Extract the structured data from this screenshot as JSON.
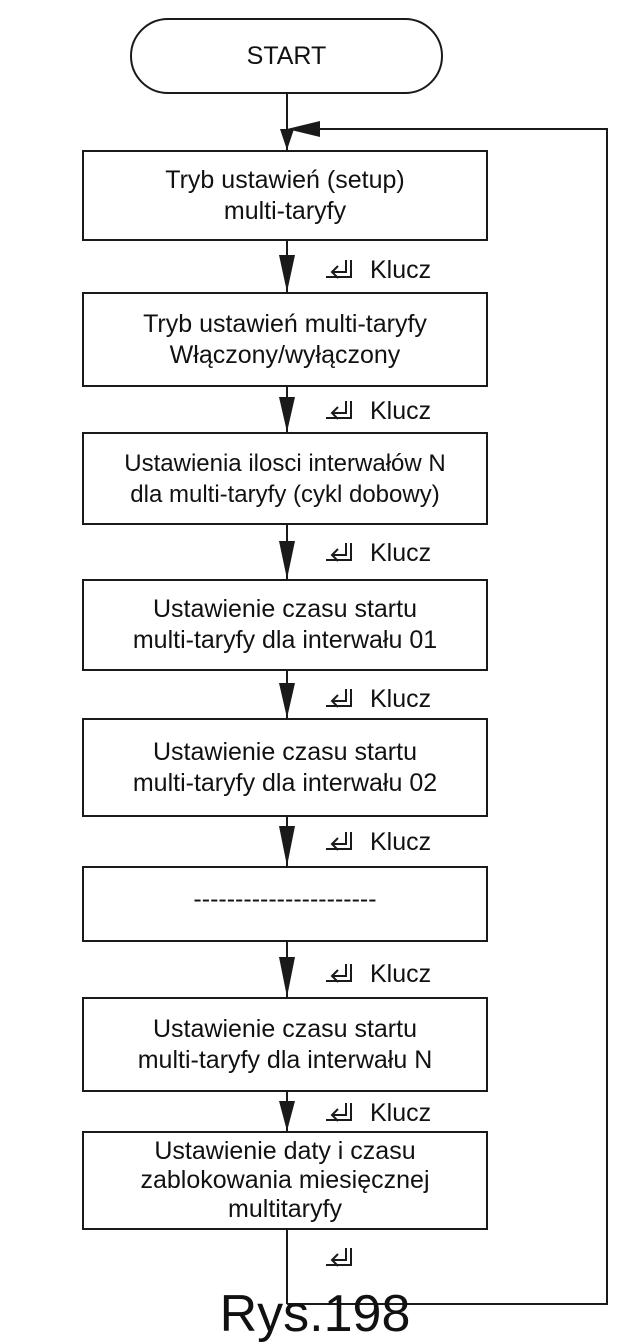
{
  "flowchart": {
    "start": "START",
    "steps": [
      [
        "Tryb ustawień (setup)",
        "multi-taryfy"
      ],
      [
        "Tryb ustawień multi-taryfy",
        "Włączony/wyłączony"
      ],
      [
        "Ustawienia ilosci interwałów N",
        "dla multi-taryfy (cykl dobowy)"
      ],
      [
        "Ustawienie czasu startu",
        "multi-taryfy dla interwału 01"
      ],
      [
        "Ustawienie czasu startu",
        "multi-taryfy dla interwału 02"
      ],
      [
        "----------------------"
      ],
      [
        "Ustawienie czasu startu",
        "multi-taryfy dla interwału N"
      ],
      [
        "Ustawienie daty i czasu",
        "zablokowania miesięcznej",
        "multitaryfy"
      ]
    ],
    "key_label": "Klucz",
    "key_icon": "enter-key-icon",
    "caption": "Rys.198"
  }
}
